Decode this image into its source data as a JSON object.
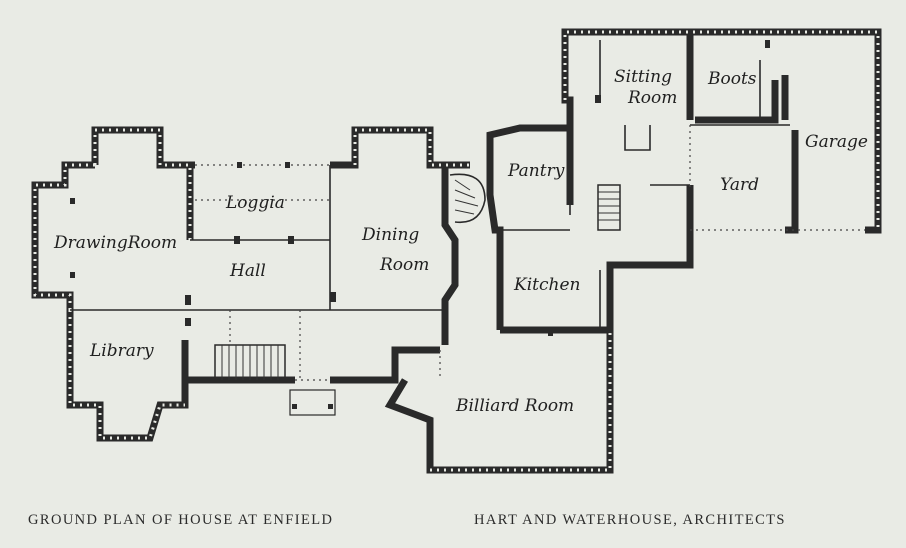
{
  "plan": {
    "rooms": [
      {
        "id": "drawing-room",
        "label": "DrawingRoom"
      },
      {
        "id": "loggia",
        "label": "Loggia"
      },
      {
        "id": "hall",
        "label": "Hall"
      },
      {
        "id": "dining-room-1",
        "label": "Dining"
      },
      {
        "id": "dining-room-2",
        "label": "Room"
      },
      {
        "id": "library",
        "label": "Library"
      },
      {
        "id": "pantry",
        "label": "Pantry"
      },
      {
        "id": "sitting-room-1",
        "label": "Sitting"
      },
      {
        "id": "sitting-room-2",
        "label": "Room"
      },
      {
        "id": "boots",
        "label": "Boots"
      },
      {
        "id": "garage",
        "label": "Garage"
      },
      {
        "id": "yard",
        "label": "Yard"
      },
      {
        "id": "kitchen",
        "label": "Kitchen"
      },
      {
        "id": "billiard-room",
        "label": "Billiard Room"
      }
    ]
  },
  "caption": {
    "left": "GROUND PLAN OF HOUSE AT ENFIELD",
    "right": "HART AND WATERHOUSE, ARCHITECTS"
  }
}
